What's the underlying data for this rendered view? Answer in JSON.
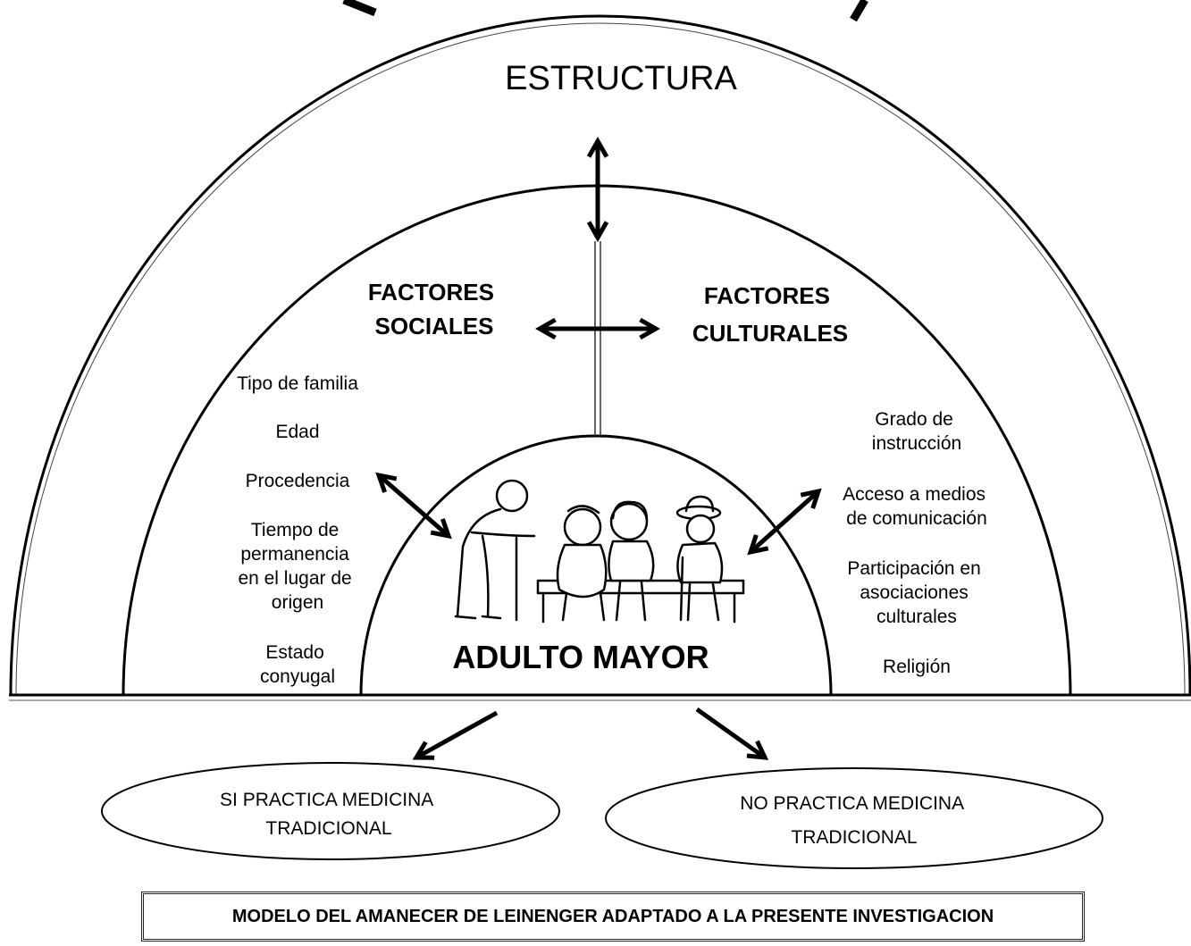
{
  "outer_layer": {
    "title": "ESTRUCTURA"
  },
  "middle_layer": {
    "social_heading": [
      "FACTORES",
      "SOCIALES"
    ],
    "cultural_heading": [
      "FACTORES",
      "CULTURALES"
    ],
    "social_factors": [
      [
        "Tipo de familia"
      ],
      [
        "Edad"
      ],
      [
        "Procedencia"
      ],
      [
        "Tiempo de",
        "permanencia",
        "en el lugar de",
        "origen"
      ],
      [
        "Estado",
        "conyugal"
      ]
    ],
    "cultural_factors": [
      [
        "Grado de",
        "instrucción"
      ],
      [
        "Acceso a medios",
        "de comunicación"
      ],
      [
        "Participación en",
        "asociaciones",
        "culturales"
      ],
      [
        "Religión"
      ]
    ]
  },
  "center": {
    "title": "ADULTO MAYOR"
  },
  "outcomes": {
    "yes": [
      "SI PRACTICA MEDICINA",
      "TRADICIONAL"
    ],
    "no": [
      "NO PRACTICA MEDICINA",
      "TRADICIONAL"
    ]
  },
  "footer": {
    "caption": "MODELO DEL AMANECER DE LEINENGER ADAPTADO A LA PRESENTE INVESTIGACION"
  },
  "illustration": {
    "icon": "elderly-people-on-bench-icon"
  }
}
